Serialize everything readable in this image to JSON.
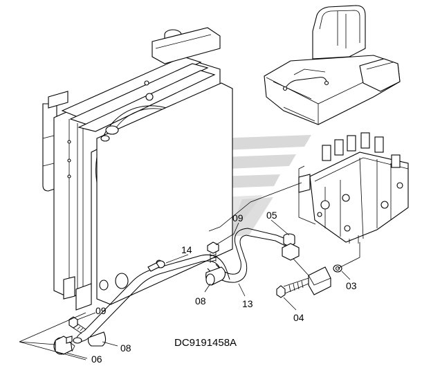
{
  "drawing_code": "DC9191458A",
  "callouts": [
    {
      "id": "c-09-top",
      "text": "09"
    },
    {
      "id": "c-05",
      "text": "05"
    },
    {
      "id": "c-14",
      "text": "14"
    },
    {
      "id": "c-08-mid",
      "text": "08"
    },
    {
      "id": "c-13",
      "text": "13"
    },
    {
      "id": "c-03",
      "text": "03"
    },
    {
      "id": "c-04",
      "text": "04"
    },
    {
      "id": "c-09-bottom",
      "text": "09"
    },
    {
      "id": "c-08-bottom",
      "text": "08"
    },
    {
      "id": "c-06",
      "text": "06"
    }
  ]
}
